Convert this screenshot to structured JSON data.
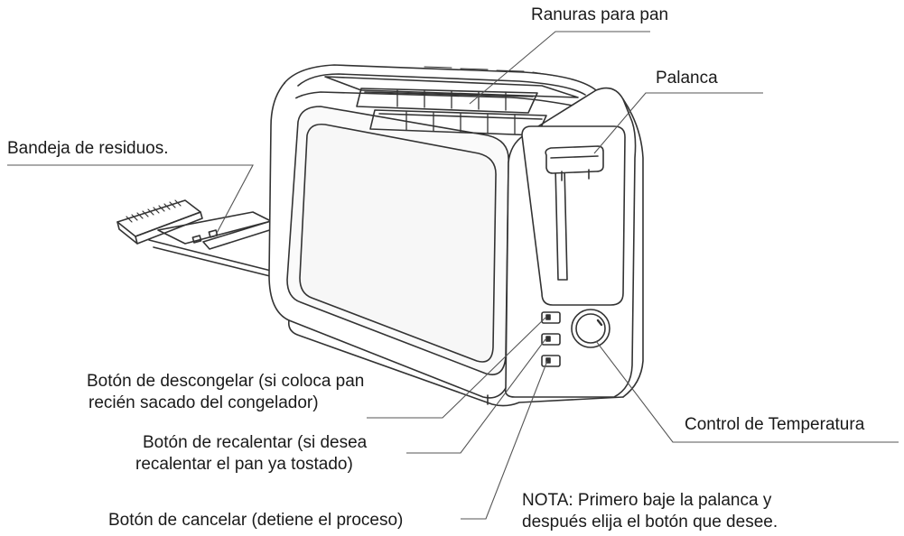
{
  "labels": {
    "bread_slots": "Ranuras para pan",
    "lever": "Palanca",
    "crumb_tray": "Bandeja de residuos.",
    "defrost_line1": "Botón de descongelar (si coloca pan",
    "defrost_line2": "recién sacado del congelador)",
    "reheat_line1": "Botón de recalentar (si desea",
    "reheat_line2": "recalentar el pan ya tostado)",
    "cancel": "Botón de cancelar (detiene el proceso)",
    "temperature": "Control de Temperatura",
    "note_line1": "NOTA: Primero baje la palanca y",
    "note_line2": "después elija el botón que desee."
  },
  "colors": {
    "line": "#333333",
    "leader": "#555555",
    "body_fill": "#ffffff",
    "panel_fill": "#f7f7f7"
  }
}
